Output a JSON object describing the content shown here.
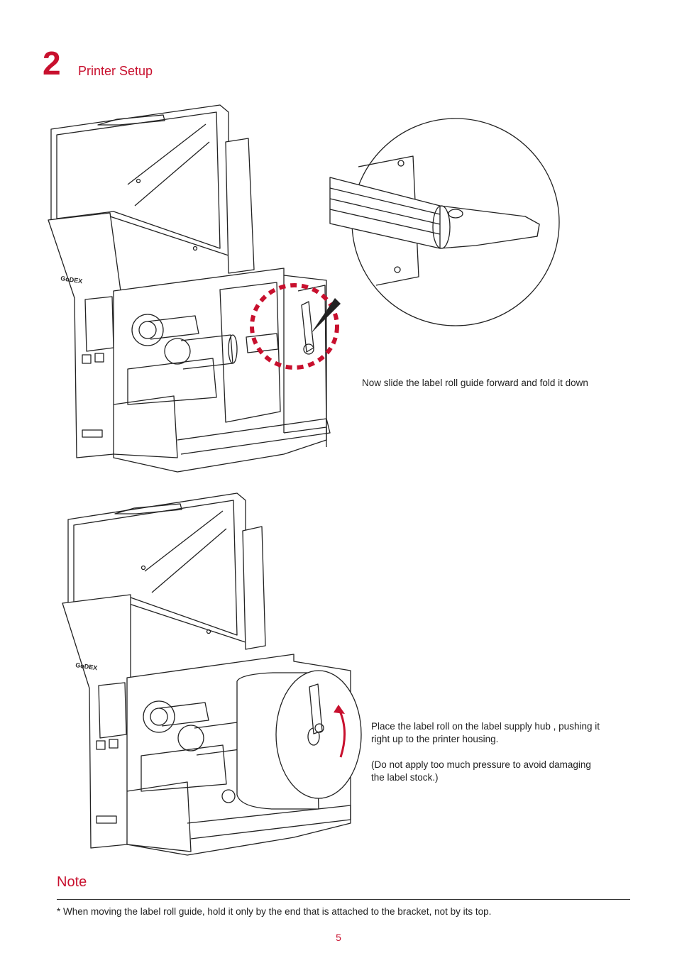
{
  "section": {
    "number": "2",
    "title": "Printer Setup"
  },
  "figure1": {
    "caption": "Now slide the label roll guide forward and fold it down"
  },
  "figure2": {
    "caption_line1": "Place the label roll on the label supply hub , pushing it right up to the printer housing.",
    "caption_line2": "(Do not apply too much pressure to avoid damaging the label stock.)"
  },
  "note": {
    "heading": "Note",
    "text": "* When moving the label roll guide, hold it only by the end that is attached to the bracket, not by its top."
  },
  "page_number": "5",
  "colors": {
    "accent": "#c8102e",
    "text": "#222222",
    "line_art": "#222222"
  }
}
